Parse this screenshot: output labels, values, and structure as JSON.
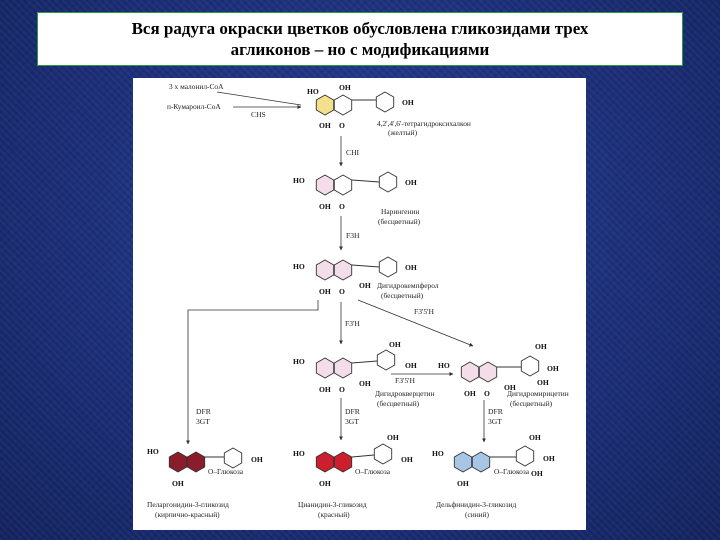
{
  "title": {
    "line1": "Вся радуга окраски цветков обусловлена гликозидами трех",
    "line2": "агликонов – но  с  модификациями"
  },
  "colors": {
    "background": "#1c2f7a",
    "title_border": "#2a9a3a",
    "yellow_ring": "#f2e18a",
    "colorless_ring": "#f2dde8",
    "orange_red_ring": "#8b1c2c",
    "red_ring": "#cc1e2c",
    "blue_ring": "#a7c6e6"
  },
  "diagram": {
    "precursors": {
      "malonyl": "3 x малонил-CoA",
      "coumaroyl": "п-Кумароил-CoA"
    },
    "enzymes": {
      "chs": "CHS",
      "chi": "CHI",
      "f3h": "F3H",
      "f3h_prime": "F3'H",
      "f35h_left": "F3'5'H",
      "f35h_right": "F3'5'H",
      "dfr1": "DFR",
      "gt1": "3GT",
      "dfr2": "DFR",
      "gt2": "3GT",
      "dfr3": "DFR",
      "gt3": "3GT"
    },
    "compounds": {
      "chalcone_name": "4,2',4',6'-тетрагидроксихалкон",
      "chalcone_color": "(желтый)",
      "naringenin_name": "Нарингенин",
      "naringenin_color": "(бесцветный)",
      "dhk_name": "Дигидрокемпферол",
      "dhk_color": "(бесцветный)",
      "dhq_name": "Дигидрокверцетин",
      "dhq_color": "(бесцветный)",
      "dhm_name": "Дигидромирицетин",
      "dhm_color": "(бесцветный)",
      "pel_name": "Пеларгонидин-3-гликозид",
      "pel_color": "(кирпично-красный)",
      "cya_name": "Цианидин-3-гликозид",
      "cya_color": "(красный)",
      "del_name": "Дельфинидин-3-гликозид",
      "del_color": "(синий)"
    },
    "atoms": {
      "ho": "HO",
      "oh": "OH",
      "o": "O",
      "glucose": "O–Глюкоза"
    }
  }
}
